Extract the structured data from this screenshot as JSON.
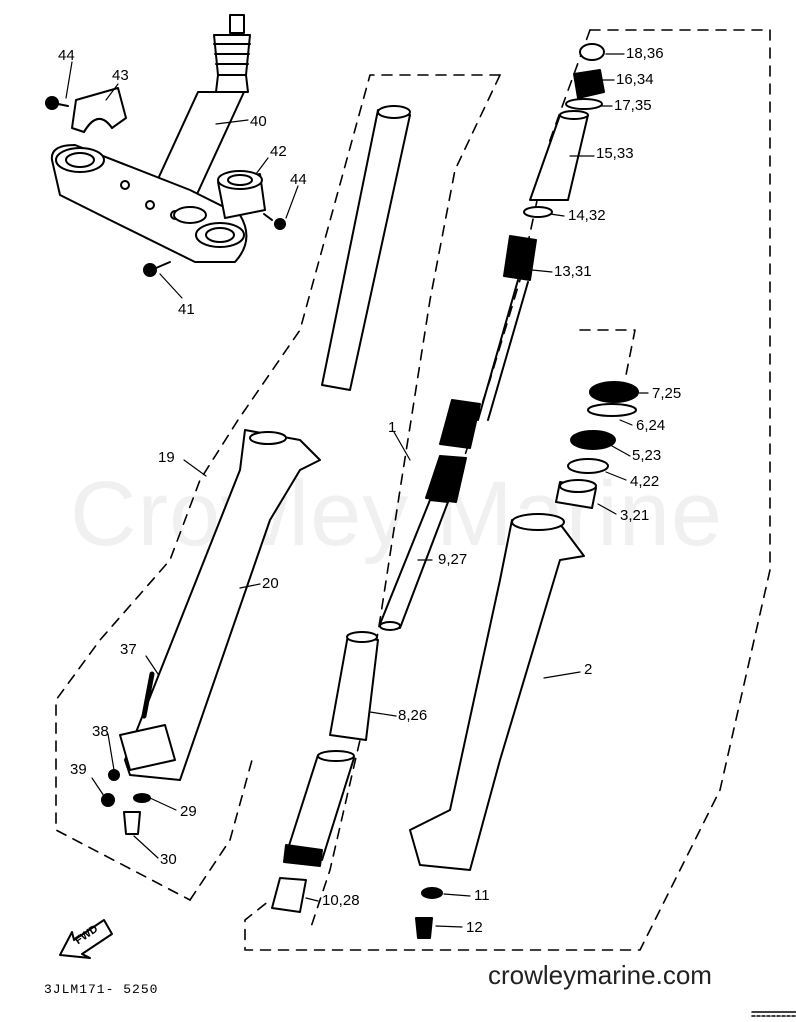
{
  "watermark": "Crowley Marine",
  "website": "crowleymarine.com",
  "diagram_code": "3JLM171- 5250",
  "fwd_label": "FWD",
  "callouts": {
    "p44a": "44",
    "p43": "43",
    "p40": "40",
    "p42": "42",
    "p44b": "44",
    "p41": "41",
    "p18_36": "18,36",
    "p16_34": "16,34",
    "p17_35": "17,35",
    "p15_33": "15,33",
    "p14_32": "14,32",
    "p13_31": "13,31",
    "p7_25": "7,25",
    "p6_24": "6,24",
    "p5_23": "5,23",
    "p4_22": "4,22",
    "p3_21": "3,21",
    "p19": "19",
    "p1": "1",
    "p9_27": "9,27",
    "p20": "20",
    "p37": "37",
    "p8_26": "8,26",
    "p2": "2",
    "p38": "38",
    "p39": "39",
    "p29": "29",
    "p30": "30",
    "p10_28": "10,28",
    "p11": "11",
    "p12": "12"
  }
}
